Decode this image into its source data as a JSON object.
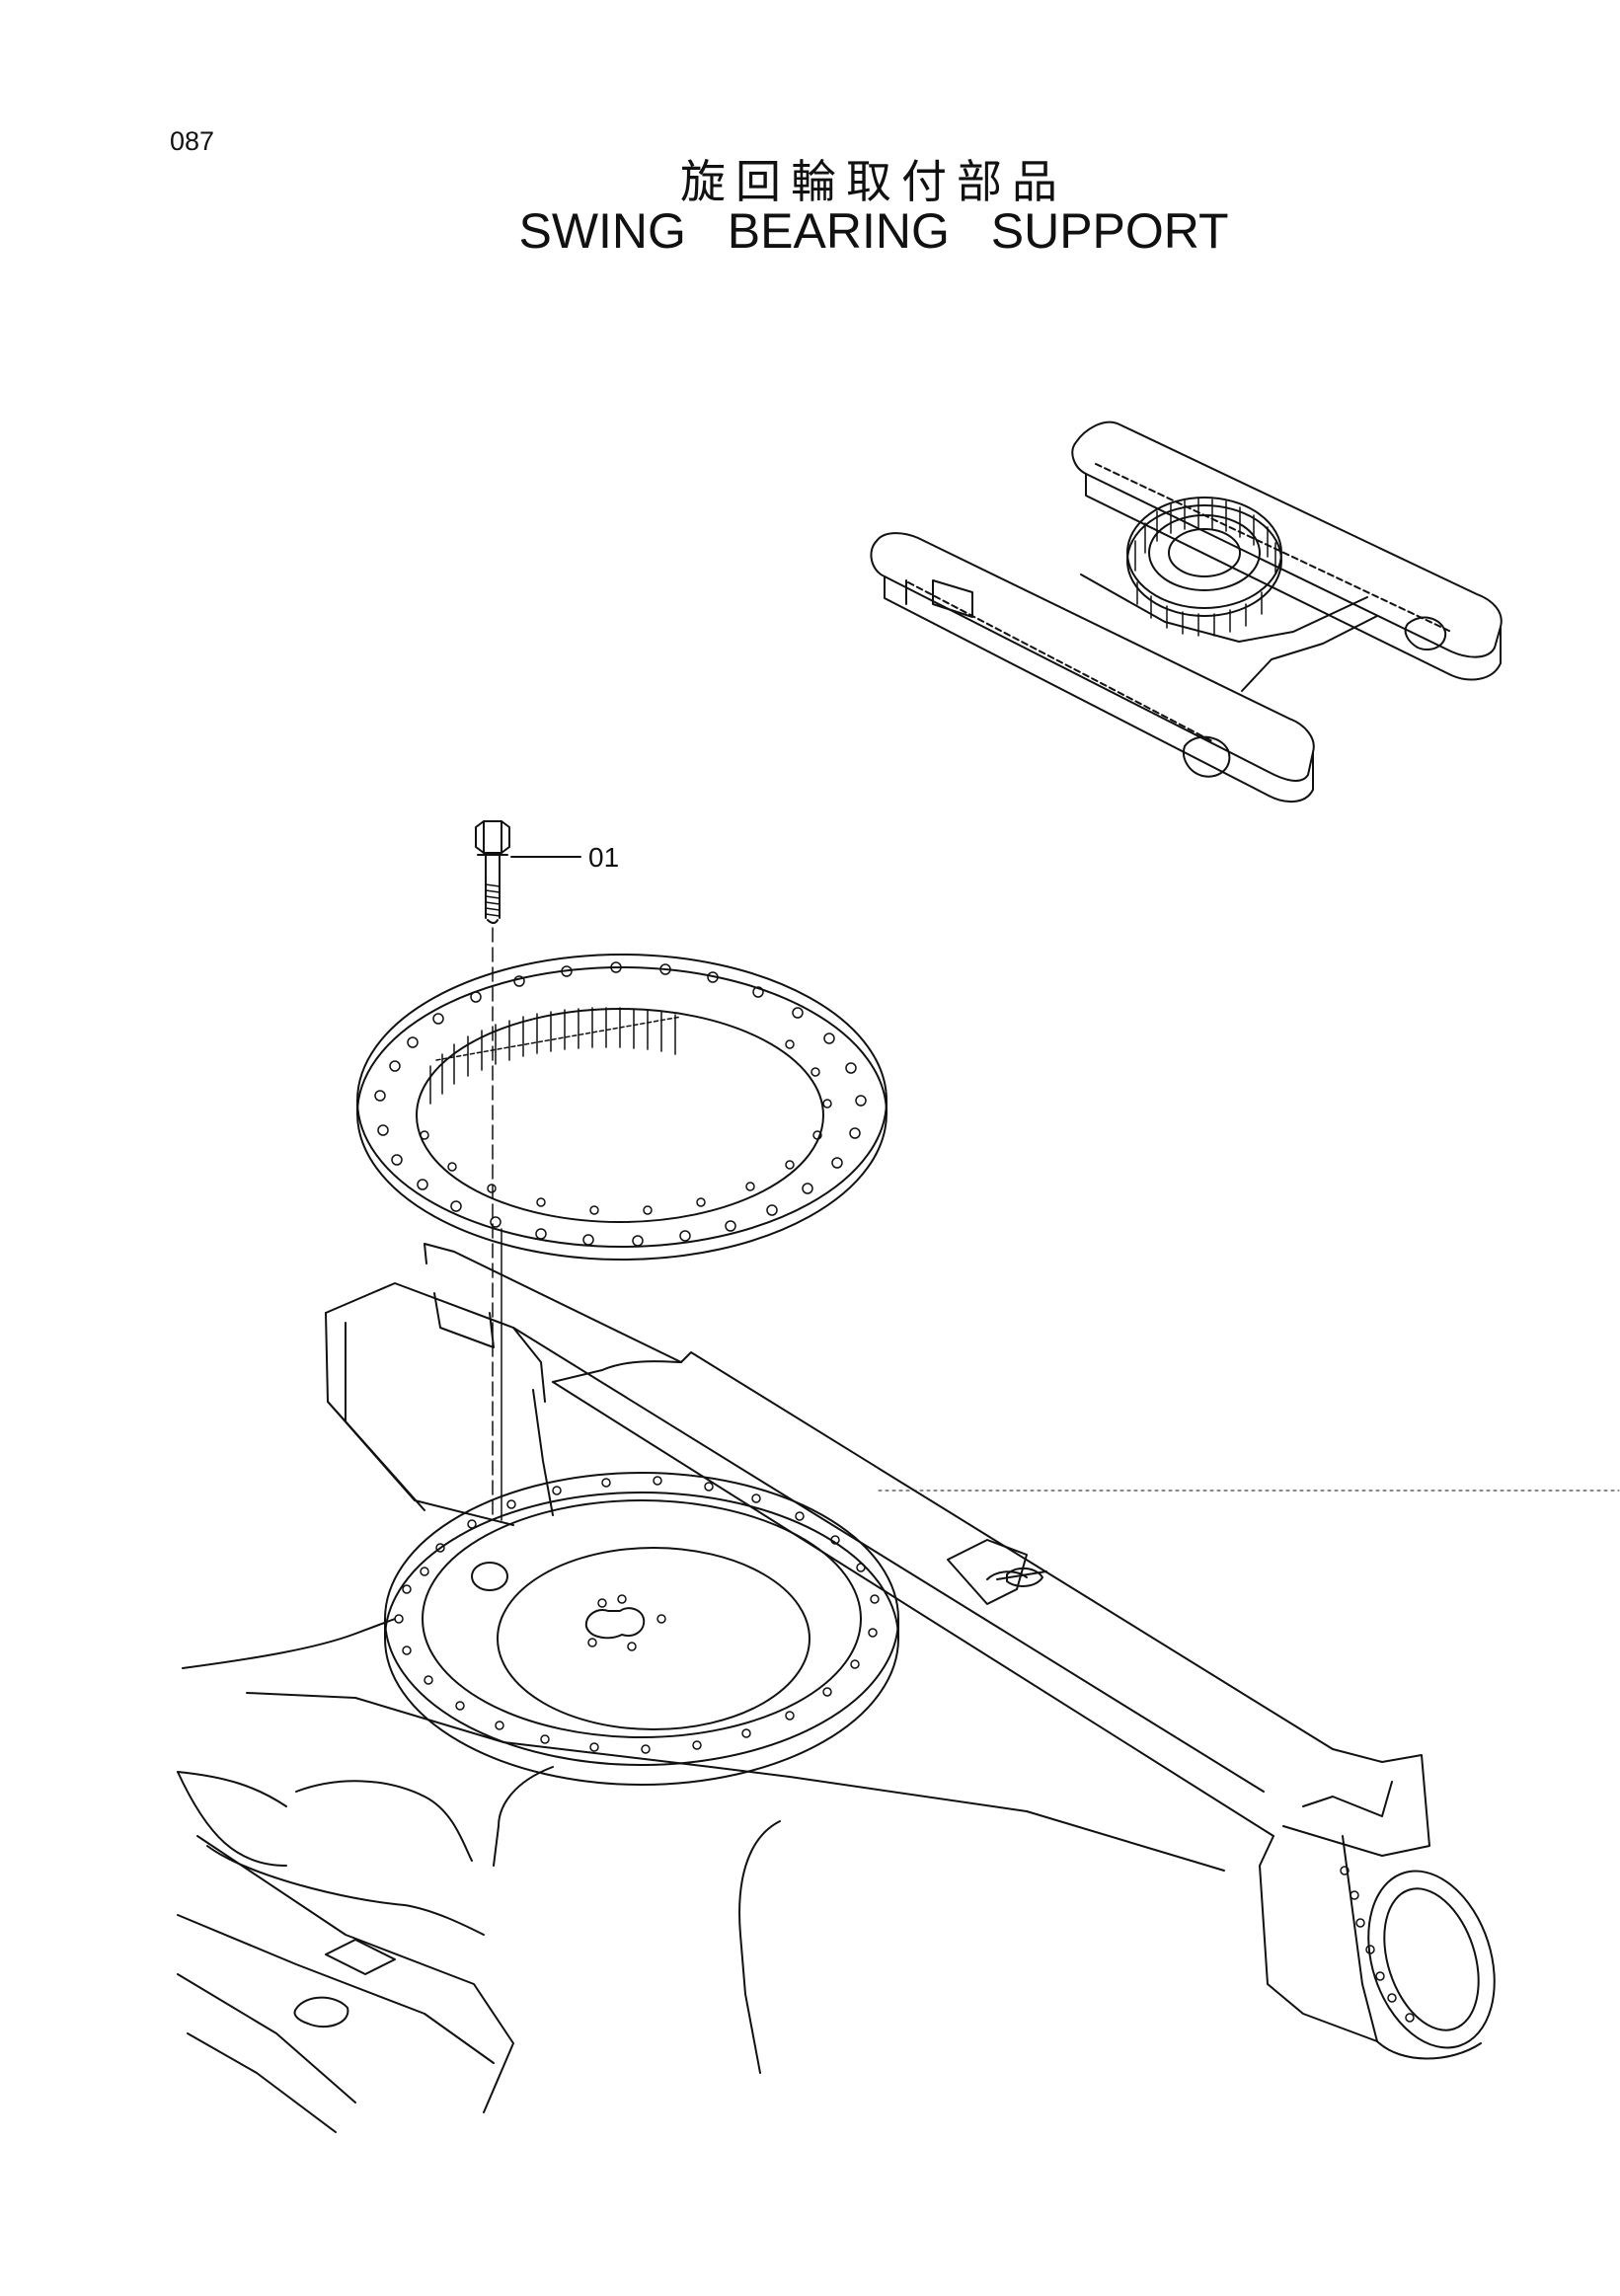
{
  "page": {
    "number": "087",
    "title_jp": "旋回輪取付部品",
    "title_en": "SWING BEARING SUPPORT"
  },
  "callouts": [
    {
      "id": "01"
    }
  ],
  "colors": {
    "line": "#111111",
    "background": "#ffffff"
  }
}
